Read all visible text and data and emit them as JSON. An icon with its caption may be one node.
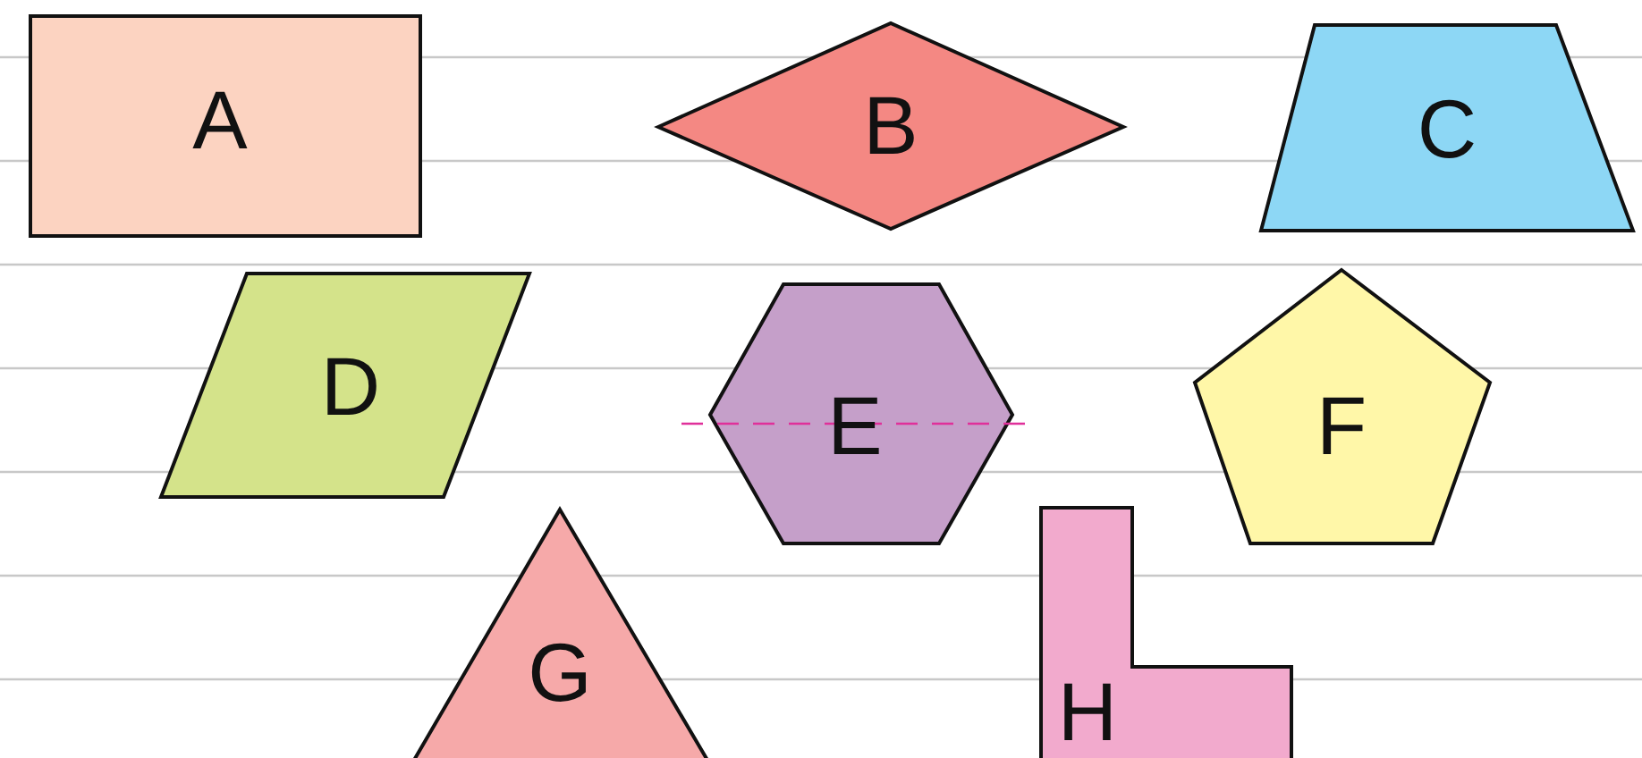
{
  "diagram": {
    "nodes": [
      {
        "text": [
          "A"
        ]
      },
      {
        "text": [
          "B"
        ]
      },
      {
        "text": [
          "C"
        ]
      },
      {
        "text": [
          "D"
        ]
      },
      {
        "text": [
          "E"
        ]
      },
      {
        "text": [
          "F"
        ]
      },
      {
        "text": [
          "G"
        ]
      },
      {
        "text": [
          "H"
        ]
      }
    ],
    "edges": []
  }
}
